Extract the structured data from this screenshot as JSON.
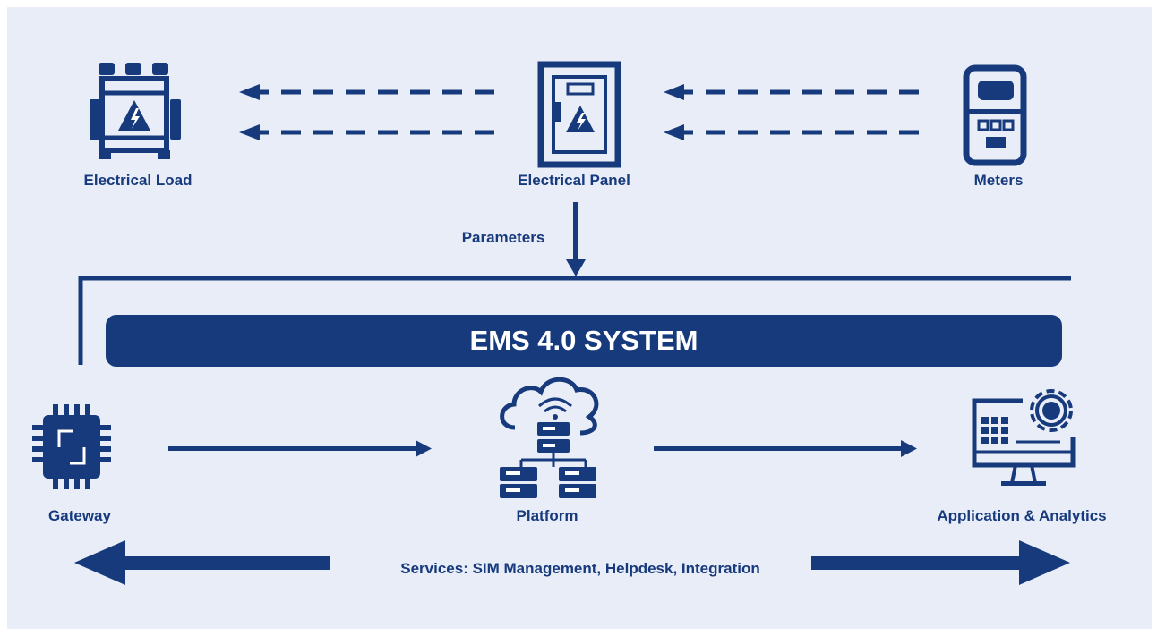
{
  "colors": {
    "primary": "#173a7d",
    "background": "#e9edf8",
    "text_on_primary": "#ffffff"
  },
  "nodes": {
    "electrical_load": {
      "label": "Electrical Load",
      "icon": "transformer-icon"
    },
    "electrical_panel": {
      "label": "Electrical Panel",
      "icon": "electrical-panel-icon"
    },
    "meters": {
      "label": "Meters",
      "icon": "meter-icon"
    },
    "gateway": {
      "label": "Gateway",
      "icon": "chip-icon"
    },
    "platform": {
      "label": "Platform",
      "icon": "cloud-server-icon"
    },
    "application": {
      "label": "Application & Analytics",
      "icon": "monitor-gear-icon"
    }
  },
  "parameters_label": "Parameters",
  "system_title": "EMS 4.0 SYSTEM",
  "services_label": "Services: SIM Management, Helpdesk, Integration"
}
